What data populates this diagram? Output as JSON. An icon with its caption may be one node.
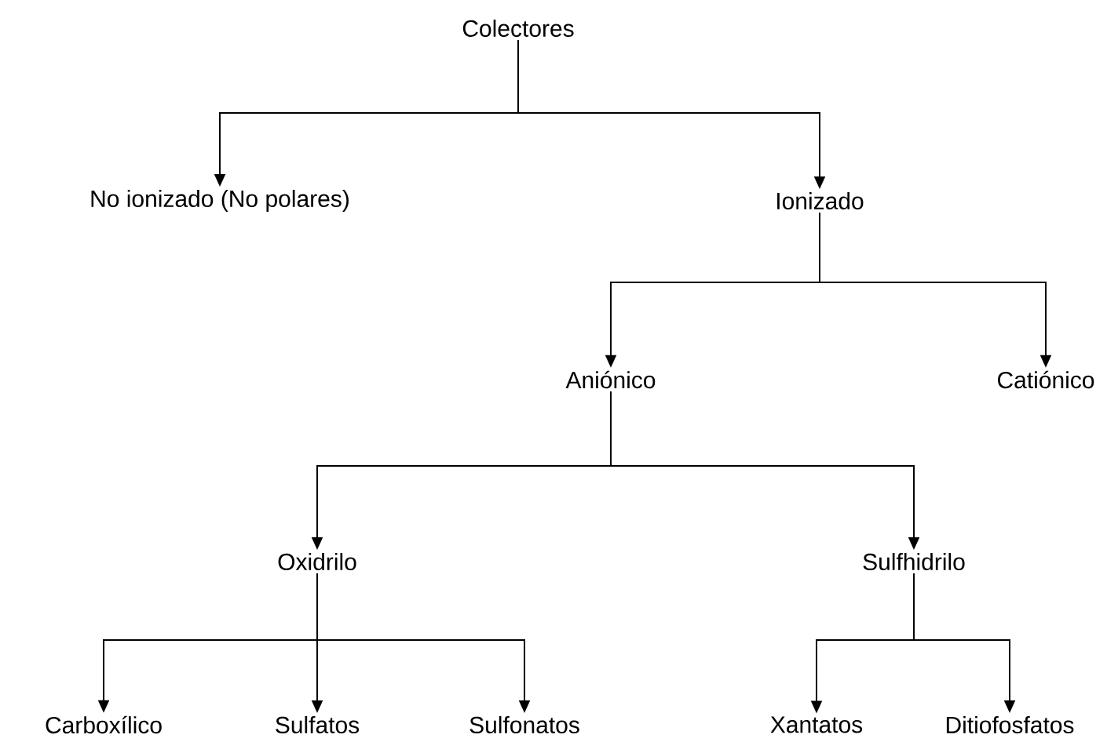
{
  "diagram": {
    "nodes": [
      {
        "text": [
          "Colectores"
        ]
      },
      {
        "text": [
          "No ionizado (No polares)"
        ]
      },
      {
        "text": [
          "Ionizado"
        ]
      },
      {
        "text": [
          "Aniónico"
        ]
      },
      {
        "text": [
          "Catiónico"
        ]
      },
      {
        "text": [
          "Oxidrilo"
        ]
      },
      {
        "text": [
          "Sulfhidrilo"
        ]
      },
      {
        "text": [
          "Carboxílico"
        ]
      },
      {
        "text": [
          "Sulfatos"
        ]
      },
      {
        "text": [
          "Sulfonatos"
        ]
      },
      {
        "text": [
          "Xantatos"
        ]
      },
      {
        "text": [
          "Ditiofosfatos"
        ]
      }
    ],
    "edges": [
      {
        "from": 0,
        "to": 1,
        "arrow": "to"
      },
      {
        "from": 0,
        "to": 2,
        "arrow": "to"
      },
      {
        "from": 2,
        "to": 3,
        "arrow": "to"
      },
      {
        "from": 2,
        "to": 4,
        "arrow": "to"
      },
      {
        "from": 3,
        "to": 5,
        "arrow": "to"
      },
      {
        "from": 3,
        "to": 6,
        "arrow": "to"
      },
      {
        "from": 5,
        "to": 7,
        "arrow": "to"
      },
      {
        "from": 5,
        "to": 8,
        "arrow": "to"
      },
      {
        "from": 5,
        "to": 9,
        "arrow": "to"
      },
      {
        "from": 6,
        "to": 10,
        "arrow": "to"
      },
      {
        "from": 6,
        "to": 11,
        "arrow": "to"
      }
    ]
  }
}
